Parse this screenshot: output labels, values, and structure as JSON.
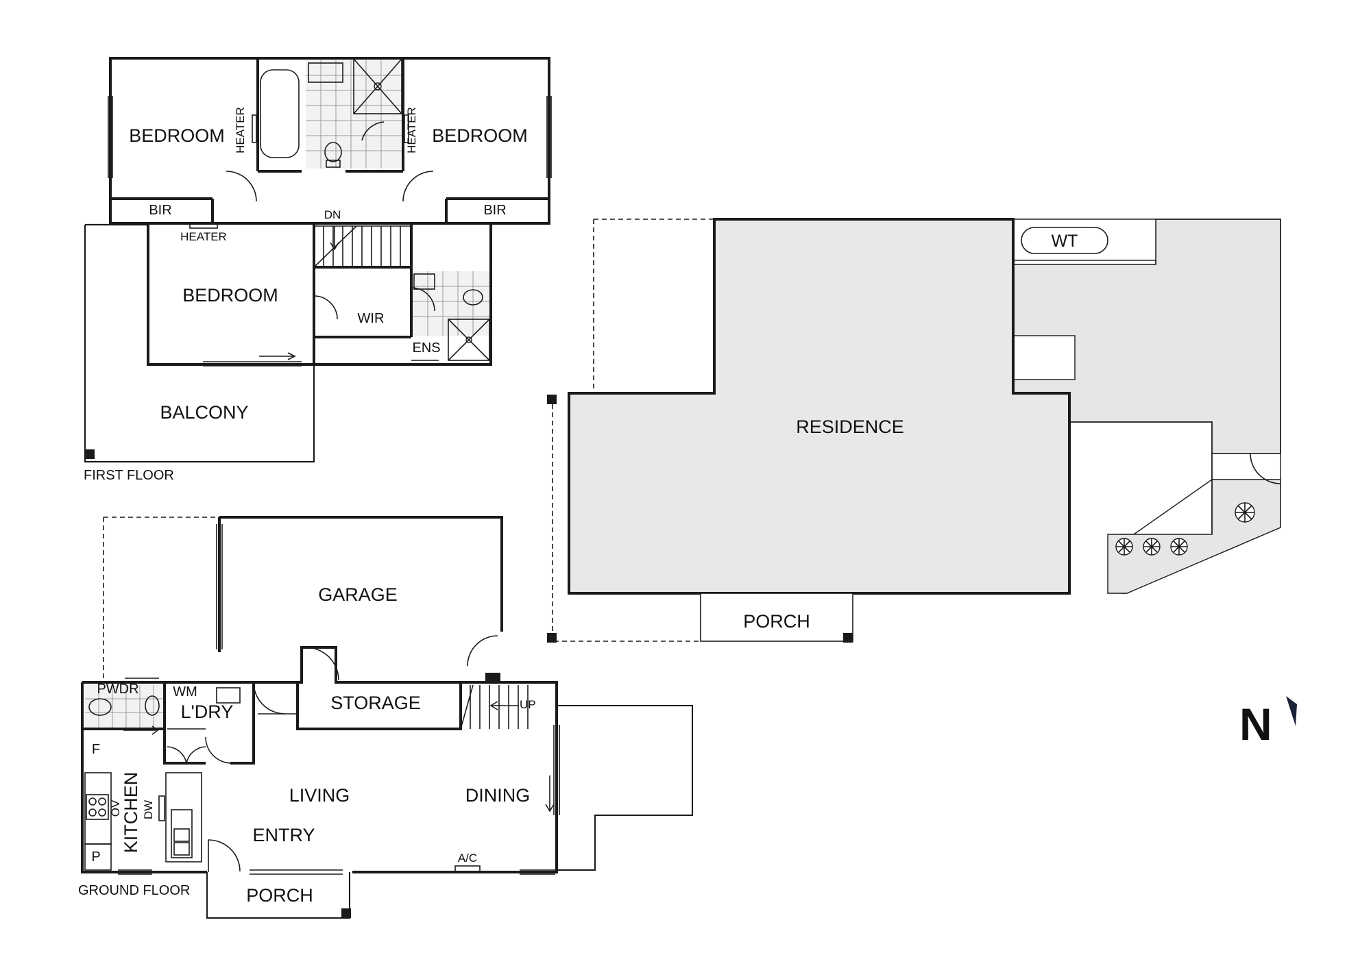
{
  "first_floor": {
    "title": "FIRST FLOOR",
    "rooms": {
      "bedroom_1": "BEDROOM",
      "bedroom_2": "BEDROOM",
      "bedroom_3": "BEDROOM",
      "bir_1": "BIR",
      "bir_2": "BIR",
      "heater_1": "HEATER",
      "heater_2": "HEATER",
      "heater_3": "HEATER",
      "stair_dn": "DN",
      "wir": "WIR",
      "ens": "ENS",
      "balcony": "BALCONY"
    }
  },
  "ground_floor": {
    "title": "GROUND FLOOR",
    "rooms": {
      "garage": "GARAGE",
      "storage": "STORAGE",
      "stair_up": "UP",
      "pwdr": "PWDR",
      "wm": "WM",
      "laundry": "L'DRY",
      "fridge": "F",
      "kitchen": "KITCHEN",
      "oven": "OV",
      "dishwasher": "DW",
      "pantry": "P",
      "living": "LIVING",
      "dining": "DINING",
      "entry": "ENTRY",
      "ac": "A/C",
      "porch": "PORCH"
    }
  },
  "site_plan": {
    "residence": "RESIDENCE",
    "porch": "PORCH",
    "water_tank": "WT"
  },
  "compass": {
    "north_label": "N"
  },
  "colors": {
    "wall": "#1a1a1a",
    "residence_fill": "#e8e8e8",
    "yard_fill": "#e6e6e6"
  }
}
